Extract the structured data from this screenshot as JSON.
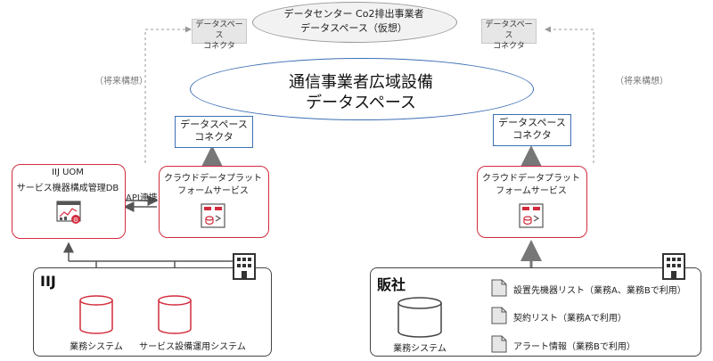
{
  "top": {
    "dc_cloud_line1": "データセンター Co2排出事業者",
    "dc_cloud_line2": "データスペース（仮想）",
    "left_connector_line1": "データスペース",
    "left_connector_line2": "コネクタ",
    "right_connector_line1": "データスペース",
    "right_connector_line2": "コネクタ",
    "future_left": "（将来構想）",
    "future_right": "（将来構想）"
  },
  "main_space": {
    "line1": "通信事業者広域設備",
    "line2": "データスペース"
  },
  "left": {
    "connector_line1": "データスペース",
    "connector_line2": "コネクタ",
    "uom_line1": "IIJ UOM",
    "uom_line2": "サービス機器構成管理DB",
    "api_label": "API連携",
    "cloud_line1": "クラウドデータプラット",
    "cloud_line2": "フォームサービス",
    "group_label": "IIJ",
    "db1_label": "業務システム",
    "db2_label": "サービス設備運用システム"
  },
  "right": {
    "connector_line1": "データスペース",
    "connector_line2": "コネクタ",
    "cloud_line1": "クラウドデータプラット",
    "cloud_line2": "フォームサービス",
    "group_label": "販社",
    "db_label": "業務システム",
    "doc1": "設置先機器リスト（業務A、業務Bで利用）",
    "doc2": "契約リスト（業務Aで利用）",
    "doc3": "アラート情報（業務Bで利用）"
  },
  "colors": {
    "red": "#d22c3c",
    "blue": "#3d6fb5",
    "grey": "#666666",
    "light_grey": "#e6e6e6"
  }
}
